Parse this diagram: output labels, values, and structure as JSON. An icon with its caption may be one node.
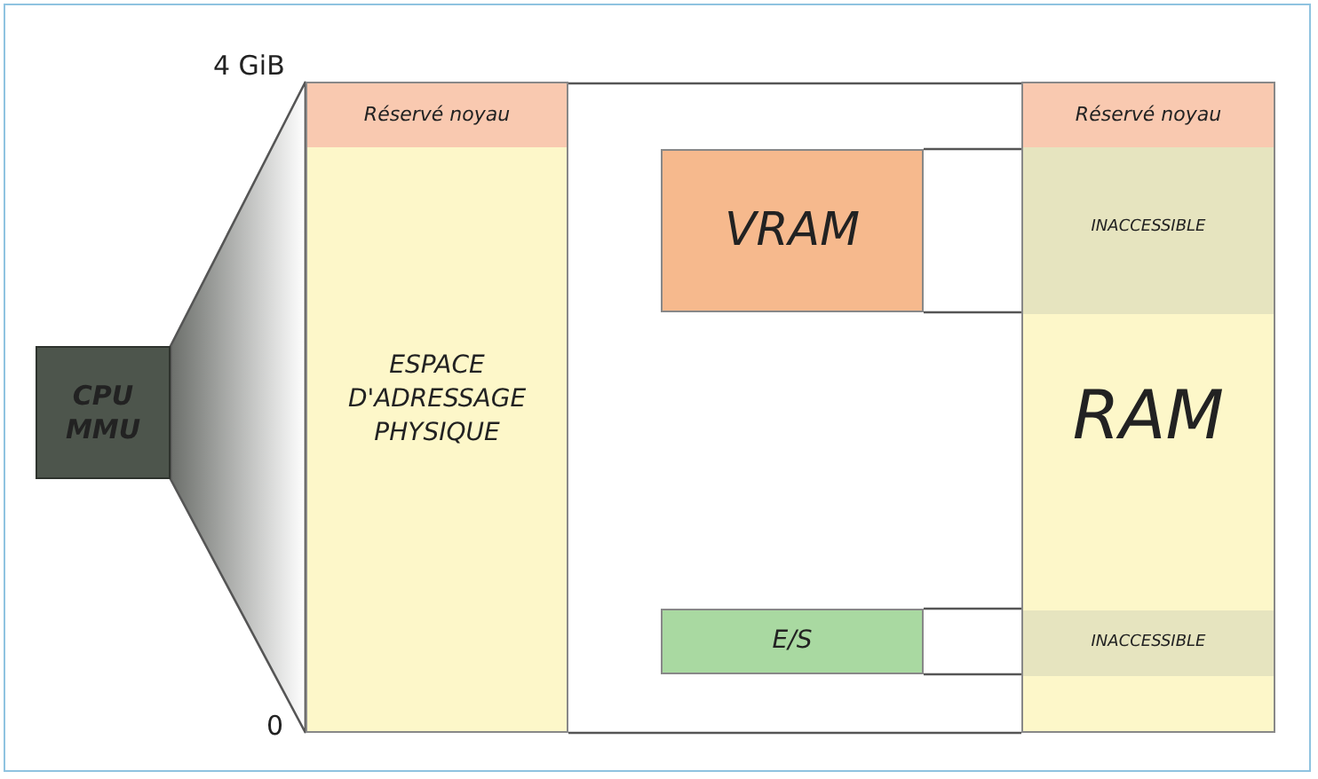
{
  "diagram": {
    "nodes": [
      {
        "text": [
          "CPU MMU"
        ]
      },
      {
        "text": [
          "ESPACE D'ADRESSAGE PHYSIQUE"
        ]
      },
      {
        "text": [
          "Réservé noyau"
        ],
        "in": 1
      },
      {
        "text": [
          "VRAM"
        ]
      },
      {
        "text": [
          "E/S"
        ]
      },
      {
        "text": [
          "RAM"
        ]
      },
      {
        "text": [
          "Réservé noyau"
        ],
        "in": 5
      },
      {
        "text": [
          "INACCESSIBLE"
        ],
        "in": 5
      },
      {
        "text": [
          "INACCESSIBLE"
        ],
        "in": 5
      }
    ],
    "edges": [
      {
        "from": 0,
        "to": 1,
        "arrow": "none"
      },
      {
        "from": 2,
        "to": 6,
        "arrow": "none"
      },
      {
        "from": 3,
        "to": 7,
        "arrow": "none"
      },
      {
        "from": 4,
        "to": 8,
        "arrow": "none"
      },
      {
        "from": 1,
        "to": 5,
        "arrow": "none"
      }
    ],
    "labels": [
      "4 GiB",
      "0"
    ]
  }
}
